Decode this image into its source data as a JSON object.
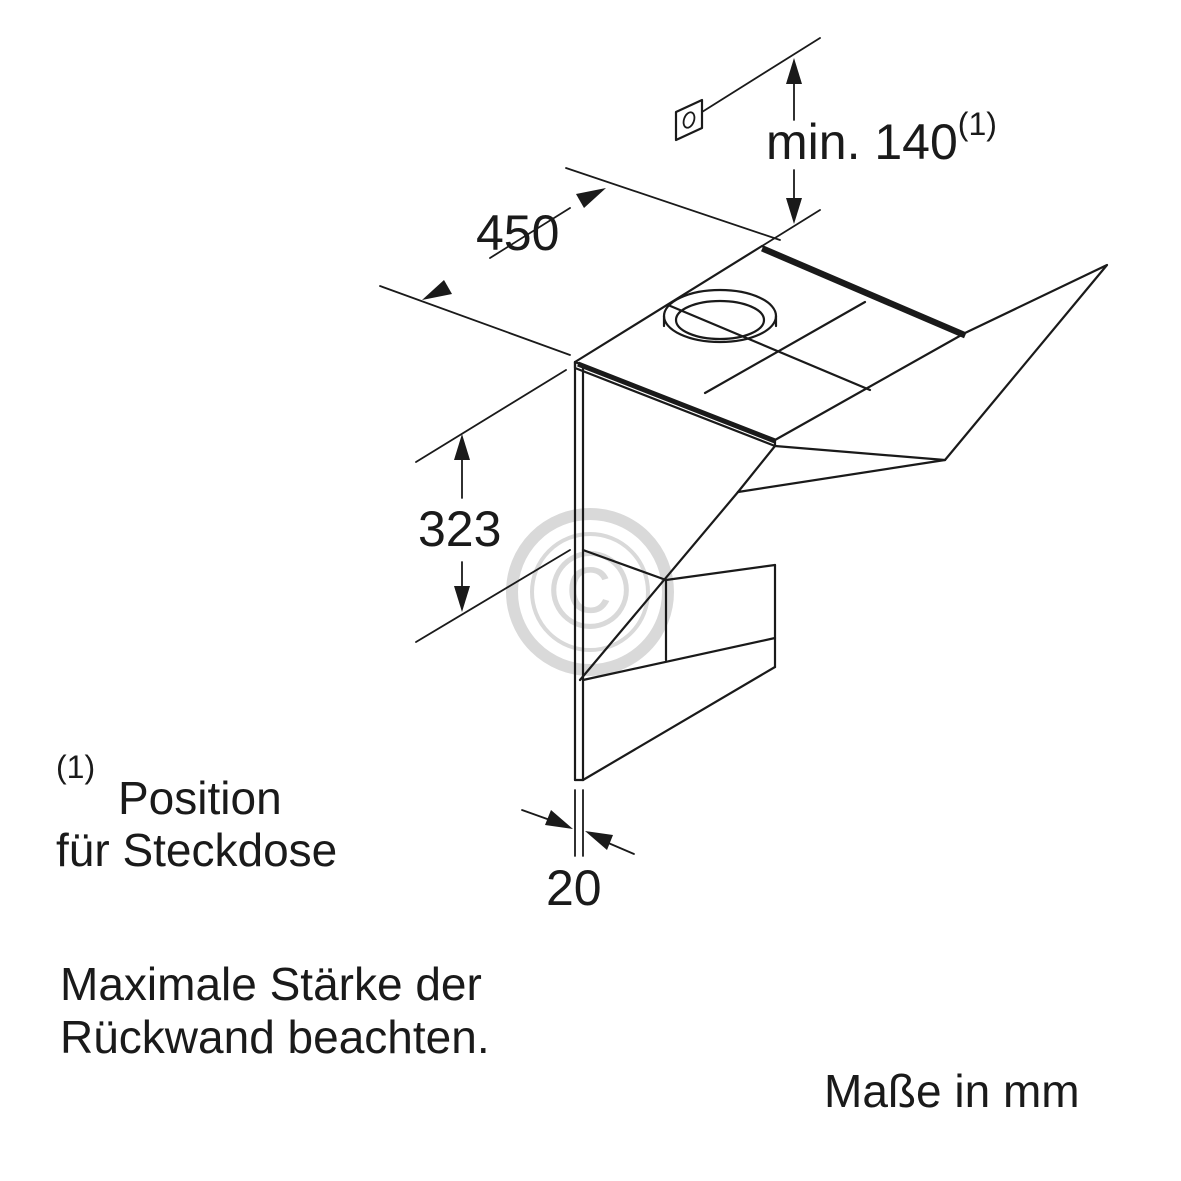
{
  "dimensions": {
    "outlet_spacing": {
      "prefix": "min. 140",
      "footnote": "(1)"
    },
    "width": "450",
    "height": "323",
    "wall_thickness": "20"
  },
  "footnote": {
    "marker": "(1)",
    "line1": "Position",
    "line2": "für Steckdose"
  },
  "note": {
    "line1": "Maximale Stärke der",
    "line2": "Rückwand beachten."
  },
  "units": "Maße in mm",
  "watermark": "©",
  "colors": {
    "line": "#1a1a1a",
    "watermark": "#d9d9d9",
    "background": "#ffffff"
  }
}
